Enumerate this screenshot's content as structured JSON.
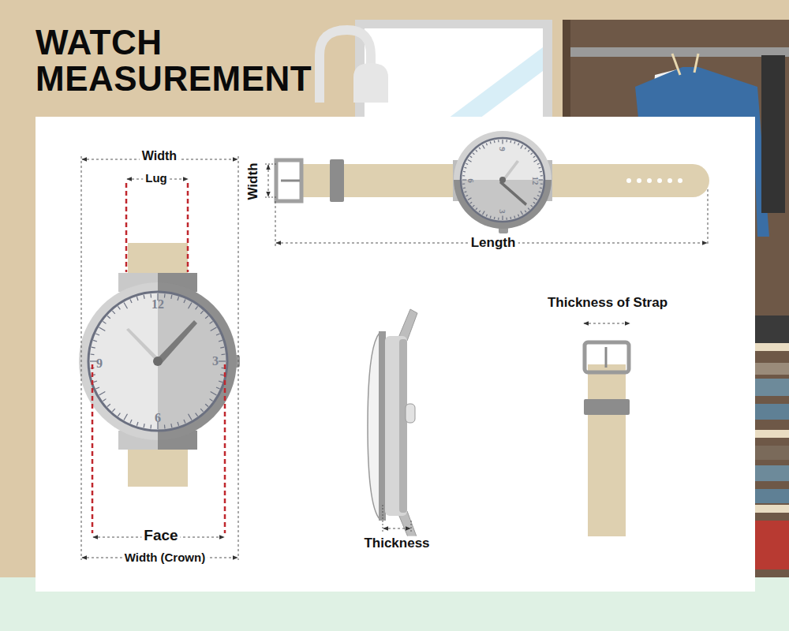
{
  "diagram": {
    "title": "WATCH MEASUREMENT",
    "labels": [
      "Width",
      "Lug",
      "Width",
      "Length",
      "Thickness of Strap",
      "12",
      "9",
      "3",
      "6",
      "9",
      "12",
      "3",
      "6",
      "Thickness",
      "Face",
      "Width (Crown)"
    ]
  }
}
